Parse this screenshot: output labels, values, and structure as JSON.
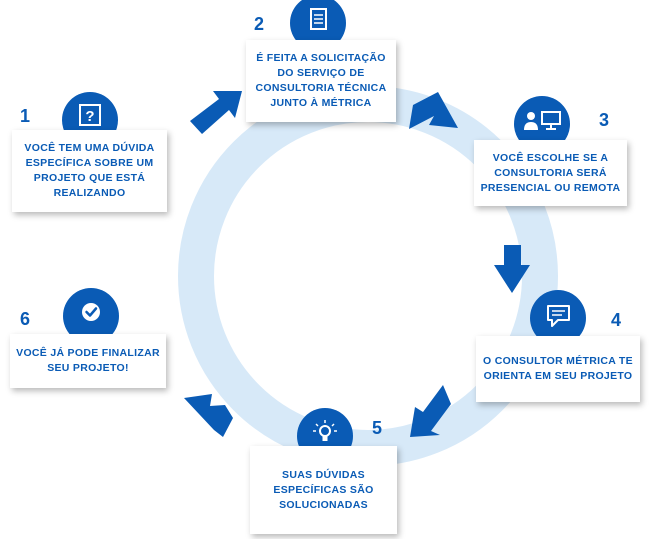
{
  "steps": [
    {
      "number": "1",
      "text": "VOCÊ TEM UMA DÚVIDA\nESPECÍFICA SOBRE UM\nPROJETO QUE ESTÁ\nREALIZANDO",
      "icon": "question-icon"
    },
    {
      "number": "2",
      "text": "É FEITA A SOLICITAÇÃO\nDO SERVIÇO DE\nCONSULTORIA TÉCNICA\nJUNTO À MÉTRICA",
      "icon": "document-icon"
    },
    {
      "number": "3",
      "text": "VOCÊ ESCOLHE SE A\nCONSULTORIA SERÁ\nPRESENCIAL OU REMOTA",
      "icon": "person-monitor-icon"
    },
    {
      "number": "4",
      "text": "O CONSULTOR MÉTRICA TE\nORIENTA EM SEU PROJETO",
      "icon": "chat-bubble-icon"
    },
    {
      "number": "5",
      "text": "SUAS DÚVIDAS\nESPECÍFICAS SÃO\nSOLUCIONADAS",
      "icon": "lightbulb-icon"
    },
    {
      "number": "6",
      "text": "VOCÊ JÁ PODE FINALIZAR\nSEU PROJETO!",
      "icon": "checkmark-icon"
    }
  ],
  "colors": {
    "accent": "#0a5bb5",
    "ring": "#d7e9f8",
    "card": "#ffffff"
  }
}
